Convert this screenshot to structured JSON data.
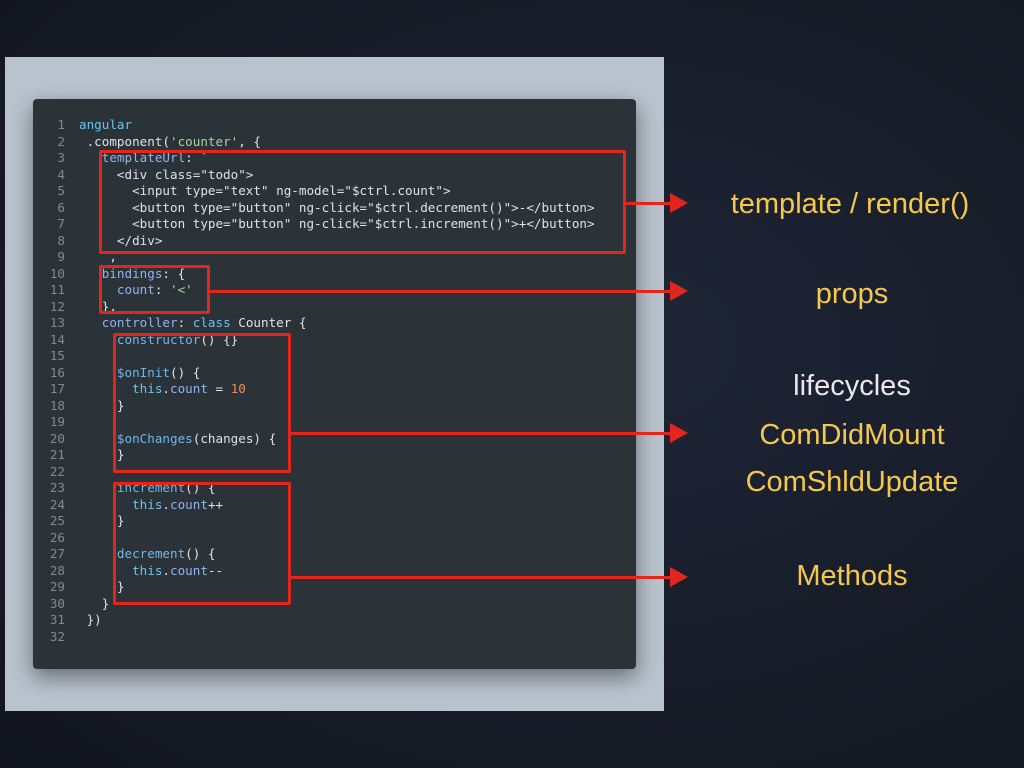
{
  "code_lines": [
    {
      "n": "1",
      "parts": [
        [
          "kw",
          "angular"
        ]
      ]
    },
    {
      "n": "2",
      "parts": [
        [
          "pl",
          " .component("
        ],
        [
          "str",
          "'counter'"
        ],
        [
          "pl",
          ", {"
        ]
      ]
    },
    {
      "n": "3",
      "parts": [
        [
          "pl",
          "   "
        ],
        [
          "key",
          "templateUrl"
        ],
        [
          "pl",
          ": `"
        ]
      ]
    },
    {
      "n": "4",
      "parts": [
        [
          "pl",
          "     <div class=\"todo\">"
        ]
      ]
    },
    {
      "n": "5",
      "parts": [
        [
          "pl",
          "       <input type=\"text\" ng-model=\"$ctrl.count\">"
        ]
      ]
    },
    {
      "n": "6",
      "parts": [
        [
          "pl",
          "       <button type=\"button\" ng-click=\"$ctrl.decrement()\">-</button>"
        ]
      ]
    },
    {
      "n": "7",
      "parts": [
        [
          "pl",
          "       <button type=\"button\" ng-click=\"$ctrl.increment()\">+</button>"
        ]
      ]
    },
    {
      "n": "8",
      "parts": [
        [
          "pl",
          "     </div>"
        ]
      ]
    },
    {
      "n": "9",
      "parts": [
        [
          "pl",
          "   `,"
        ]
      ]
    },
    {
      "n": "10",
      "parts": [
        [
          "pl",
          "   "
        ],
        [
          "key",
          "bindings"
        ],
        [
          "pl",
          ": {"
        ]
      ]
    },
    {
      "n": "11",
      "parts": [
        [
          "pl",
          "     "
        ],
        [
          "key",
          "count"
        ],
        [
          "pl",
          ": "
        ],
        [
          "str",
          "'<'"
        ]
      ]
    },
    {
      "n": "12",
      "parts": [
        [
          "pl",
          "   },"
        ]
      ]
    },
    {
      "n": "13",
      "parts": [
        [
          "pl",
          "   "
        ],
        [
          "key",
          "controller"
        ],
        [
          "pl",
          ": "
        ],
        [
          "kw",
          "class"
        ],
        [
          "pl",
          " Counter {"
        ]
      ]
    },
    {
      "n": "14",
      "parts": [
        [
          "pl",
          "     "
        ],
        [
          "fn",
          "constructor"
        ],
        [
          "pl",
          "() {}"
        ]
      ]
    },
    {
      "n": "15",
      "parts": [
        [
          "pl",
          ""
        ]
      ]
    },
    {
      "n": "16",
      "parts": [
        [
          "pl",
          "     "
        ],
        [
          "fn",
          "$onInit"
        ],
        [
          "pl",
          "() {"
        ]
      ]
    },
    {
      "n": "17",
      "parts": [
        [
          "pl",
          "       "
        ],
        [
          "kw",
          "this"
        ],
        [
          "pl",
          "."
        ],
        [
          "key",
          "count"
        ],
        [
          "pl",
          " = "
        ],
        [
          "num",
          "10"
        ]
      ]
    },
    {
      "n": "18",
      "parts": [
        [
          "pl",
          "     }"
        ]
      ]
    },
    {
      "n": "19",
      "parts": [
        [
          "pl",
          ""
        ]
      ]
    },
    {
      "n": "20",
      "parts": [
        [
          "pl",
          "     "
        ],
        [
          "fn",
          "$onChanges"
        ],
        [
          "pl",
          "(changes) {"
        ]
      ]
    },
    {
      "n": "21",
      "parts": [
        [
          "pl",
          "     }"
        ]
      ]
    },
    {
      "n": "22",
      "parts": [
        [
          "pl",
          ""
        ]
      ]
    },
    {
      "n": "23",
      "parts": [
        [
          "pl",
          "     "
        ],
        [
          "fn",
          "increment"
        ],
        [
          "pl",
          "() {"
        ]
      ]
    },
    {
      "n": "24",
      "parts": [
        [
          "pl",
          "       "
        ],
        [
          "kw",
          "this"
        ],
        [
          "pl",
          "."
        ],
        [
          "key",
          "count"
        ],
        [
          "pl",
          "++"
        ]
      ]
    },
    {
      "n": "25",
      "parts": [
        [
          "pl",
          "     }"
        ]
      ]
    },
    {
      "n": "26",
      "parts": [
        [
          "pl",
          ""
        ]
      ]
    },
    {
      "n": "27",
      "parts": [
        [
          "pl",
          "     "
        ],
        [
          "fn",
          "decrement"
        ],
        [
          "pl",
          "() {"
        ]
      ]
    },
    {
      "n": "28",
      "parts": [
        [
          "pl",
          "       "
        ],
        [
          "kw",
          "this"
        ],
        [
          "pl",
          "."
        ],
        [
          "key",
          "count"
        ],
        [
          "pl",
          "--"
        ]
      ]
    },
    {
      "n": "29",
      "parts": [
        [
          "pl",
          "     }"
        ]
      ]
    },
    {
      "n": "30",
      "parts": [
        [
          "pl",
          "   }"
        ]
      ]
    },
    {
      "n": "31",
      "parts": [
        [
          "pl",
          " })"
        ]
      ]
    },
    {
      "n": "32",
      "parts": [
        [
          "pl",
          ""
        ]
      ]
    }
  ],
  "labels": {
    "template": "template / render()",
    "props": "props",
    "lifecycles_title": "lifecycles",
    "lifecycle_1": "ComDidMount",
    "lifecycle_2": "ComShldUpdate",
    "methods": "Methods"
  },
  "colors": {
    "highlight": "#e3261c",
    "label_accent": "#f4c84a",
    "background": "#171c28",
    "editor_bg": "#2b3339"
  }
}
